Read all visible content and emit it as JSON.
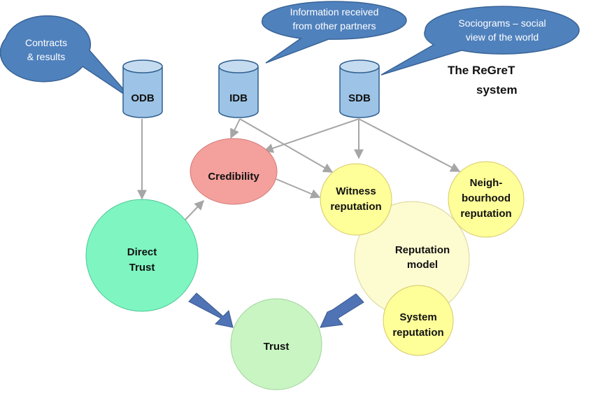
{
  "title": {
    "line1": "The ReGreT",
    "line2": "system"
  },
  "callouts": {
    "contracts": {
      "line1": "Contracts",
      "line2": "& results"
    },
    "information": {
      "line1": "Information received",
      "line2": "from other partners"
    },
    "sociograms": {
      "line1": "Sociograms – social",
      "line2": "view of the world"
    }
  },
  "databases": {
    "odb": "ODB",
    "idb": "IDB",
    "sdb": "SDB"
  },
  "nodes": {
    "credibility": "Credibility",
    "witness": {
      "line1": "Witness",
      "line2": "reputation"
    },
    "neighbourhood": {
      "line1": "Neigh-",
      "line2": "bourhood",
      "line3": "reputation"
    },
    "reputation_model": {
      "line1": "Reputation",
      "line2": "model"
    },
    "system": {
      "line1": "System",
      "line2": "reputation"
    },
    "direct_trust": {
      "line1": "Direct",
      "line2": "Trust"
    },
    "trust": "Trust"
  },
  "colors": {
    "callout_fill": "#4f81bd",
    "database_fill": "#9dc3e6",
    "credibility_fill": "#f4a09c",
    "reputation_node_fill": "#ffff99",
    "reputation_model_fill": "#fdfbd0",
    "direct_trust_fill": "#7ff5c1",
    "trust_fill": "#c9f5c3",
    "arrow_gray": "#a6a6a6",
    "big_arrow_blue": "#4f73b4"
  }
}
